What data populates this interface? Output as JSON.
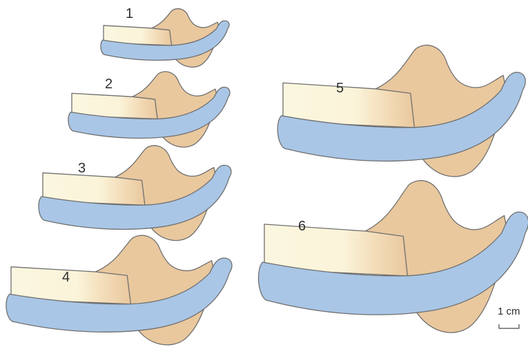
{
  "figure": {
    "panels": [
      {
        "label": "1"
      },
      {
        "label": "2"
      },
      {
        "label": "3"
      },
      {
        "label": "4"
      },
      {
        "label": "5"
      },
      {
        "label": "6"
      }
    ],
    "scale_bar": {
      "label": "1 cm"
    }
  },
  "colors": {
    "body_light": "#fbf6df",
    "ramus": "#e9c89e",
    "blue": "#a9c6e6",
    "outline": "#6f6f6f",
    "background": "#ffffff"
  }
}
